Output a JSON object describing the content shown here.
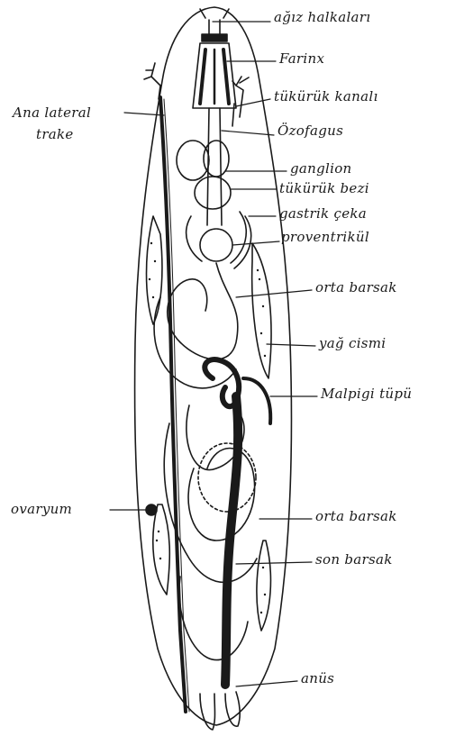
{
  "labels": {
    "agiz_halkalari": "ağız halkaları",
    "farinx": "Farinx",
    "tukuruk_kanali": "tükürük kanalı",
    "ana_lateral": "Ana lateral",
    "trake": "trake",
    "ozofagus": "Özofagus",
    "ganglion": "ganglion",
    "tukuruk_bezi": "tükürük bezi",
    "gastrik_ceka": "gastrik çeka",
    "proventrikul": "proventrikül",
    "orta_barsak_1": "orta barsak",
    "yag_cismi": "yağ cismi",
    "malpigi_tupu": "Malpigi tüpü",
    "ovaryum": "ovaryum",
    "orta_barsak_2": "orta barsak",
    "son_barsak": "son barsak",
    "anus": "anüs"
  },
  "colors": {
    "ink": "#1a1a1a",
    "paper": "#ffffff"
  }
}
